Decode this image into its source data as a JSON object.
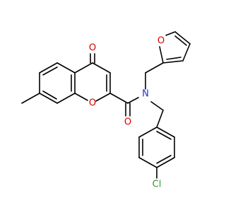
{
  "atoms": {
    "o_ring_ketone": "O",
    "o_ring_ether": "O",
    "o_amide": "O",
    "n_amide": "N",
    "o_furan": "O",
    "cl": "Cl"
  },
  "colors": {
    "carbon": "#000000",
    "oxygen": "#d40000",
    "nitrogen": "#2b2bd4",
    "chlorine": "#2e9a2e"
  }
}
